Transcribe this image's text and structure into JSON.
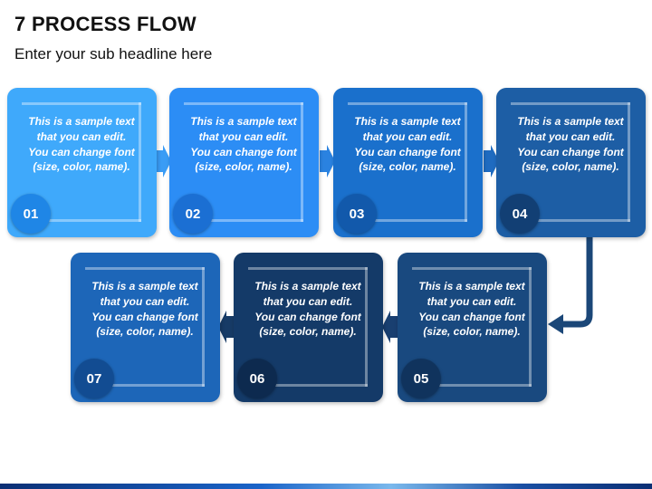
{
  "title": "7 PROCESS FLOW",
  "subtitle": "Enter your sub headline here",
  "colors": {
    "step_01": "#3fa9fb",
    "step_02": "#2c8df5",
    "step_03": "#1a70cc",
    "step_04": "#1d5ea5",
    "step_05": "#19497f",
    "step_06": "#143a68",
    "step_07": "#1d66b8",
    "connector": "#1b4778"
  },
  "steps": [
    {
      "number": "01",
      "text": "This is a sample text that you can edit. You can change font (size, color, name)."
    },
    {
      "number": "02",
      "text": "This is a sample text that you can edit. You can change font (size, color, name)."
    },
    {
      "number": "03",
      "text": "This is a sample text that you can edit. You can change font (size, color, name)."
    },
    {
      "number": "04",
      "text": "This is a sample text that you can edit. You can change font (size, color, name)."
    },
    {
      "number": "05",
      "text": "This is a sample text that you can edit. You can change font (size, color, name)."
    },
    {
      "number": "06",
      "text": "This is a sample text that you can edit. You can change font (size, color, name)."
    },
    {
      "number": "07",
      "text": "This is a sample text that you can edit. You can change font (size, color, name)."
    }
  ]
}
